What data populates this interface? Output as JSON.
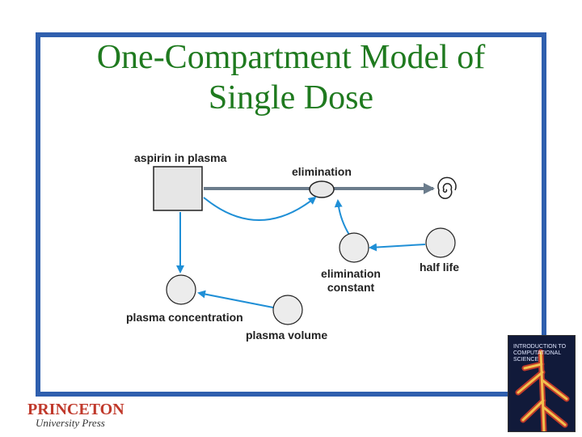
{
  "slide": {
    "title_line1": "One-Compartment Model of",
    "title_line2": "Single Dose"
  },
  "diagram": {
    "stock": "aspirin in plasma",
    "flow": "elimination",
    "converter_elimination_constant_line1": "elimination",
    "converter_elimination_constant_line2": "constant",
    "converter_half_life": "half life",
    "converter_plasma_concentration": "plasma concentration",
    "converter_plasma_volume": "plasma volume"
  },
  "footer": {
    "publisher_name": "PRINCETON",
    "publisher_sub": "University Press",
    "book_title": "Introduction to Computational Science"
  },
  "colors": {
    "frame": "#2f5fae",
    "title": "#1f7a1f",
    "connector": "#1f8fd6",
    "flow_pipe": "#6b7c8c"
  }
}
